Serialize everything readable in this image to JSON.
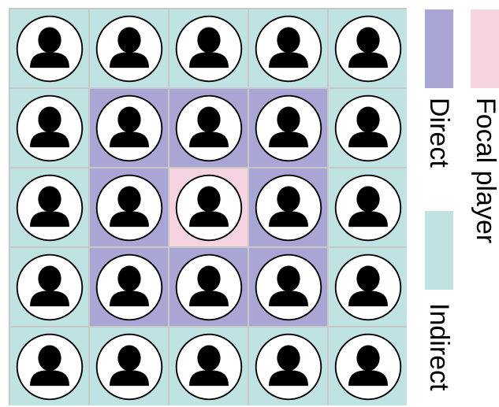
{
  "colors": {
    "direct": "#a9a6d6",
    "indirect": "#bfe3e3",
    "focal": "#f5d3e0",
    "grid_line": "#c8c8c8",
    "icon_fill": "#000000",
    "icon_bg": "#ffffff"
  },
  "grid": {
    "rows": 5,
    "cols": 5,
    "cells": [
      [
        "indirect",
        "indirect",
        "indirect",
        "indirect",
        "indirect"
      ],
      [
        "indirect",
        "direct",
        "direct",
        "direct",
        "indirect"
      ],
      [
        "indirect",
        "direct",
        "focal",
        "direct",
        "indirect"
      ],
      [
        "indirect",
        "direct",
        "direct",
        "direct",
        "indirect"
      ],
      [
        "indirect",
        "indirect",
        "indirect",
        "indirect",
        "indirect"
      ]
    ],
    "icon": "person-icon"
  },
  "legend": {
    "direct_label": "Direct",
    "indirect_label": "Indirect",
    "focal_label": "Focal player"
  }
}
